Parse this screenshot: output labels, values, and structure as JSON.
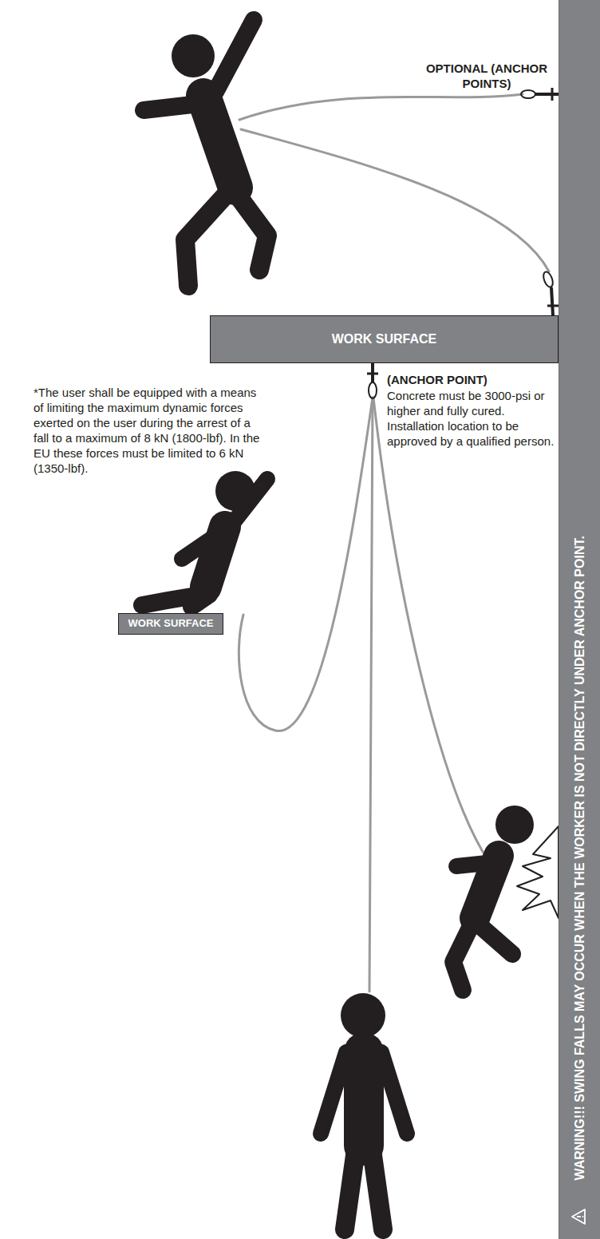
{
  "diagram": {
    "nodes": [
      {
        "text": [
          "WORK SURFACE"
        ]
      },
      {
        "text": [
          "WORK SURFACE"
        ]
      },
      {
        "text": [
          "WARNING!!! SWING FALLS MAY OCCUR WHEN THE WORKER IS NOT DIRECTLY UNDER ANCHOR POINT."
        ]
      }
    ],
    "labels": [
      "OPTIONAL (ANCHOR POINTS)",
      "(ANCHOR POINT)",
      "Concrete must be 3000-psi or higher and fully cured. Installation location to be approved by a qualified person.",
      "*The user shall be equipped with a means of limiting the maximum dynamic forces exerted on the user during the arrest of a fall to a maximum of 8 kN (1800-lbf). In the EU these forces must be limited to 6 kN (1350-lbf)."
    ]
  }
}
